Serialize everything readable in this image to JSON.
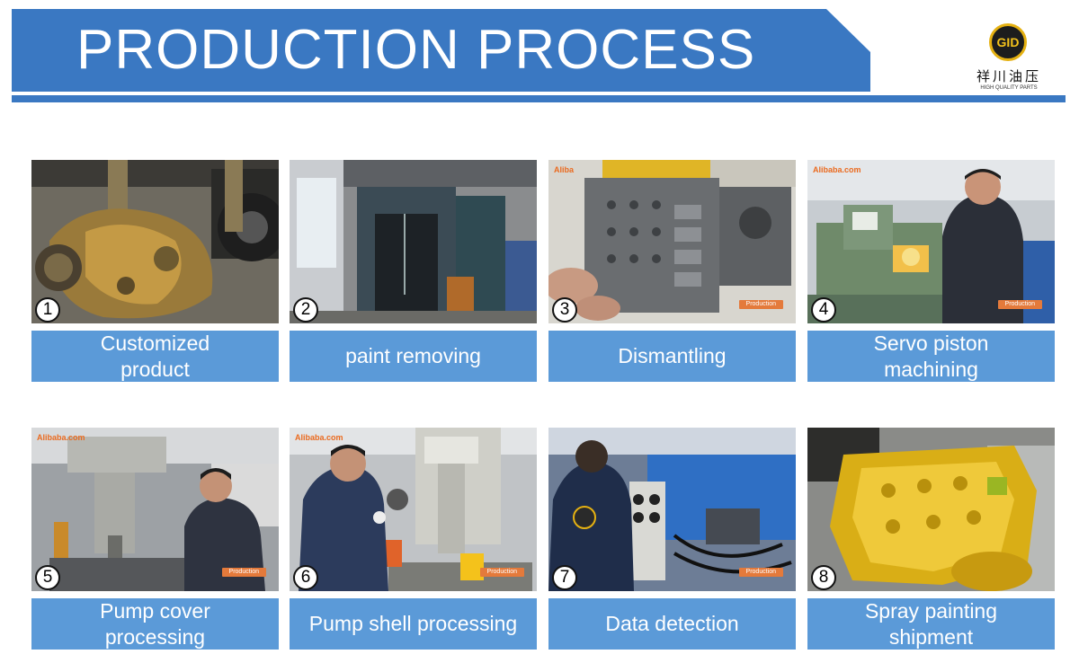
{
  "header": {
    "title": "PRODUCTION PROCESS",
    "accent_color": "#3a78c2"
  },
  "logo": {
    "badge_text": "GID",
    "chinese_text": "祥川油压",
    "subtitle": "HIGH QUALITY PARTS"
  },
  "steps": [
    {
      "number": "1",
      "caption": "Customized product",
      "photo_subject": "worn-hydraulic-pump-icon",
      "tag": ""
    },
    {
      "number": "2",
      "caption": "paint removing",
      "photo_subject": "shot-blasting-machine-icon",
      "tag": ""
    },
    {
      "number": "3",
      "caption": "Dismantling",
      "photo_subject": "control-valve-block-icon",
      "tag": "Production",
      "alibaba": "Aliba"
    },
    {
      "number": "4",
      "caption": "Servo piston machining",
      "photo_subject": "grinding-machine-icon",
      "tag": "Production",
      "alibaba": "Alibaba.com"
    },
    {
      "number": "5",
      "caption": "Pump cover processing",
      "photo_subject": "milling-machine-icon",
      "tag": "Production",
      "alibaba": "Alibaba.com"
    },
    {
      "number": "6",
      "caption": "Pump shell processing",
      "photo_subject": "drill-press-icon",
      "tag": "Production",
      "alibaba": "Alibaba.com"
    },
    {
      "number": "7",
      "caption": "Data detection",
      "photo_subject": "test-bench-icon",
      "tag": "Production",
      "alibaba": ""
    },
    {
      "number": "8",
      "caption": "Spray painting shipment",
      "photo_subject": "painted-yellow-pump-icon",
      "tag": "",
      "alibaba": ""
    }
  ],
  "colors": {
    "caption_bg": "#5b9ad8",
    "badge_bg": "#ffffff",
    "production_tag": "#e47a3b",
    "pump_yellow": "#e2b91e"
  }
}
